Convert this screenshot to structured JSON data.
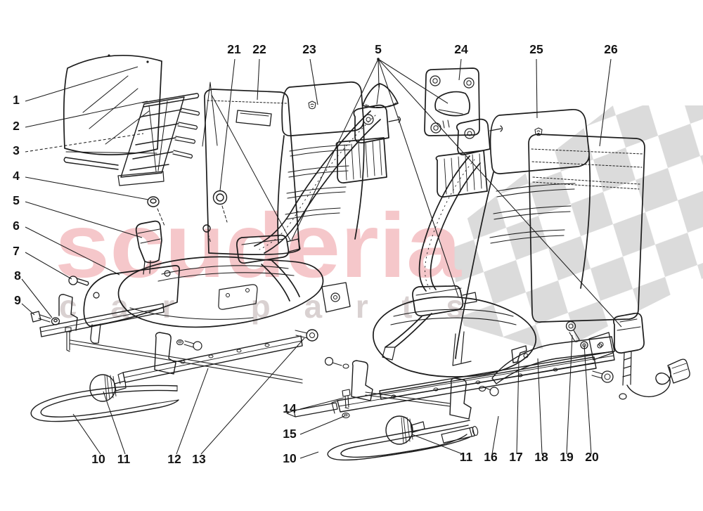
{
  "page": {
    "background": "#ffffff",
    "description": "exploded parts diagram of seats and safety belts"
  },
  "watermark": {
    "brand": "scuderia",
    "tagline": "car parts",
    "brand_color": "#f5c7ca",
    "tagline_color": "#d9d1d1",
    "checker_color": "#dbdbdb"
  },
  "line_color": "#1c1c1c",
  "callouts": [
    {
      "id": "callout-1",
      "label": "1"
    },
    {
      "id": "callout-2",
      "label": "2"
    },
    {
      "id": "callout-3",
      "label": "3"
    },
    {
      "id": "callout-4",
      "label": "4"
    },
    {
      "id": "callout-5-left",
      "label": "5"
    },
    {
      "id": "callout-6",
      "label": "6"
    },
    {
      "id": "callout-7",
      "label": "7"
    },
    {
      "id": "callout-8",
      "label": "8"
    },
    {
      "id": "callout-9",
      "label": "9"
    },
    {
      "id": "callout-21",
      "label": "21"
    },
    {
      "id": "callout-22",
      "label": "22"
    },
    {
      "id": "callout-23",
      "label": "23"
    },
    {
      "id": "callout-5-top",
      "label": "5"
    },
    {
      "id": "callout-24",
      "label": "24"
    },
    {
      "id": "callout-25",
      "label": "25"
    },
    {
      "id": "callout-26",
      "label": "26"
    },
    {
      "id": "callout-10-left",
      "label": "10"
    },
    {
      "id": "callout-11-left",
      "label": "11"
    },
    {
      "id": "callout-12",
      "label": "12"
    },
    {
      "id": "callout-13",
      "label": "13"
    },
    {
      "id": "callout-14",
      "label": "14"
    },
    {
      "id": "callout-15",
      "label": "15"
    },
    {
      "id": "callout-10-mid",
      "label": "10"
    },
    {
      "id": "callout-11-right",
      "label": "11"
    },
    {
      "id": "callout-16",
      "label": "16"
    },
    {
      "id": "callout-17",
      "label": "17"
    },
    {
      "id": "callout-18",
      "label": "18"
    },
    {
      "id": "callout-19",
      "label": "19"
    },
    {
      "id": "callout-20",
      "label": "20"
    }
  ]
}
